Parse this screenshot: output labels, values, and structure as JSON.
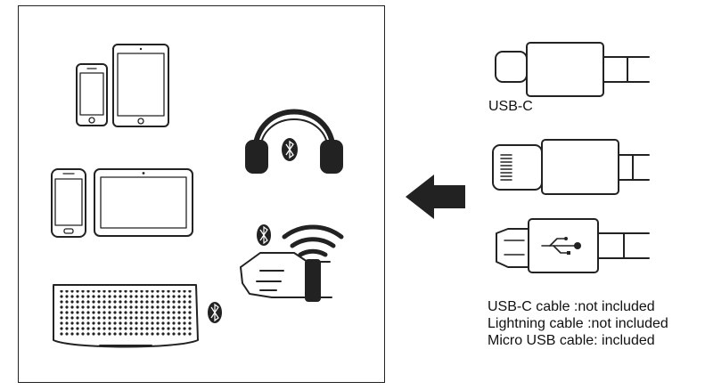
{
  "connectors": {
    "usb_c_label": "USB-C"
  },
  "notes": [
    "USB-C cable :not included",
    "Lightning cable :not included",
    "Micro USB cable: included"
  ]
}
